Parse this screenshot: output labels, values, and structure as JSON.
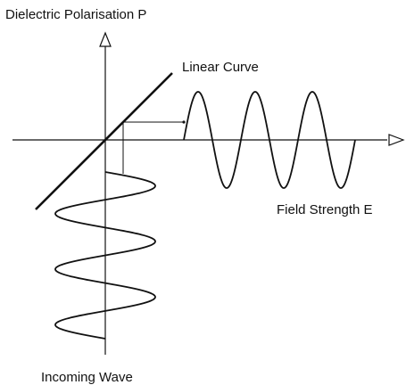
{
  "labels": {
    "y_axis": "Dielectric Polarisation P",
    "linear_curve": "Linear Curve",
    "x_axis": "Field Strength E",
    "incoming_wave": "Incoming Wave"
  },
  "colors": {
    "ink": "#111111",
    "background": "#ffffff"
  }
}
